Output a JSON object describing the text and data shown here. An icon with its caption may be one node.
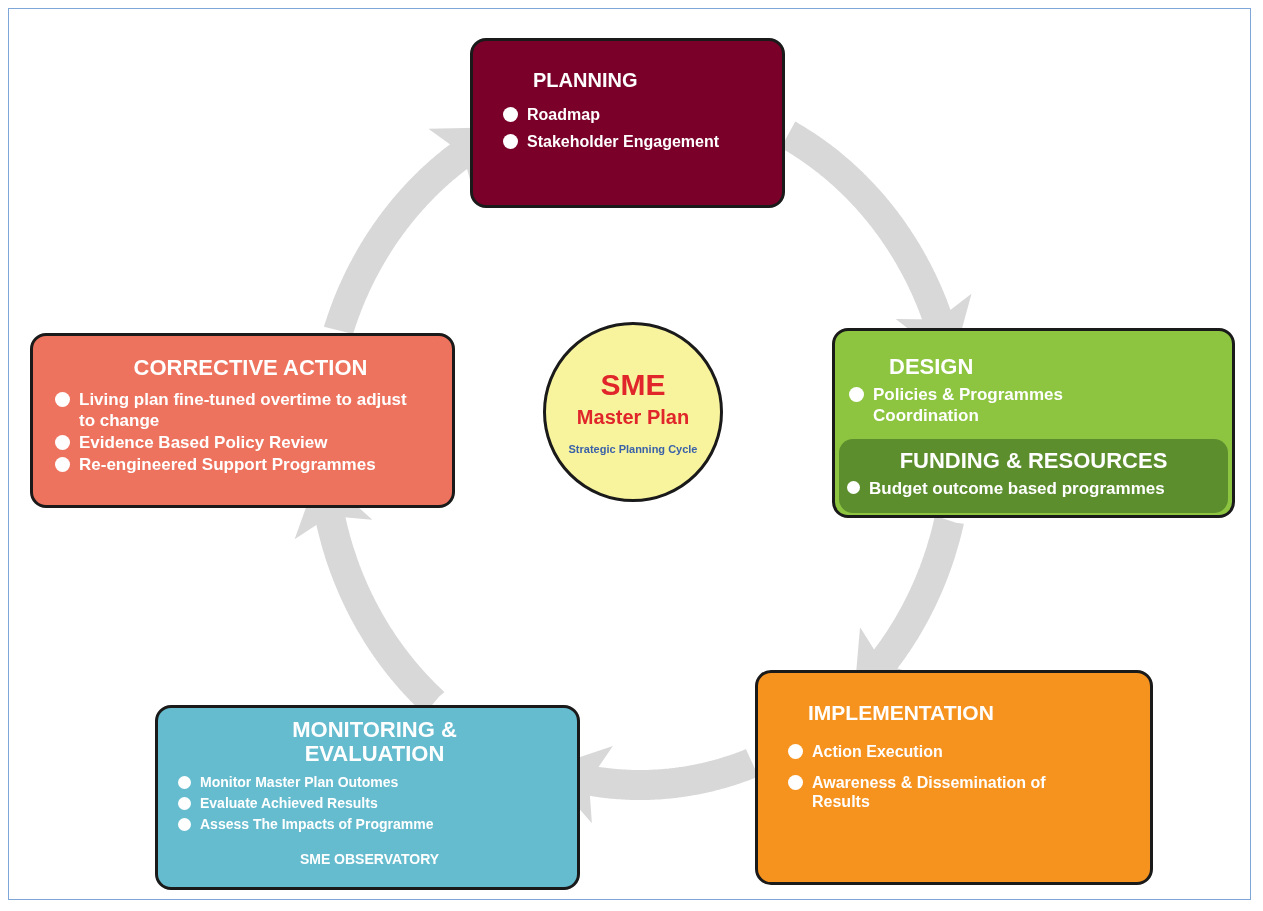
{
  "diagram": {
    "nodes": [
      {
        "text": [
          "PLANNING",
          "Roadmap",
          "Stakeholder Engagement"
        ]
      },
      {
        "text": [
          "DESIGN",
          "Policies & Programmes Coordination"
        ]
      },
      {
        "text": [
          "FUNDING & RESOURCES",
          "Budget outcome based programmes"
        ],
        "in": 1
      },
      {
        "text": [
          "IMPLEMENTATION",
          "Action Execution",
          "Awareness & Dissemination of Results"
        ]
      },
      {
        "text": [
          "MONITORING & EVALUATION",
          "Monitor Master Plan Outomes",
          "Evaluate Achieved Results",
          "Assess The Impacts of Programme",
          "SME OBSERVATORY"
        ]
      },
      {
        "text": [
          "CORRECTIVE ACTION",
          "Living plan fine-tuned overtime to adjust to change",
          "Evidence Based Policy Review",
          "Re-engineered Support Programmes"
        ]
      },
      {
        "text": [
          "SME",
          "Master Plan",
          "Strategic Planning Cycle"
        ]
      }
    ],
    "edges": [
      {
        "from": 0,
        "to": 1,
        "arrow": "to"
      },
      {
        "from": 1,
        "to": 3,
        "arrow": "to"
      },
      {
        "from": 3,
        "to": 4,
        "arrow": "to"
      },
      {
        "from": 4,
        "to": 5,
        "arrow": "to"
      },
      {
        "from": 5,
        "to": 0,
        "arrow": "to"
      }
    ]
  }
}
